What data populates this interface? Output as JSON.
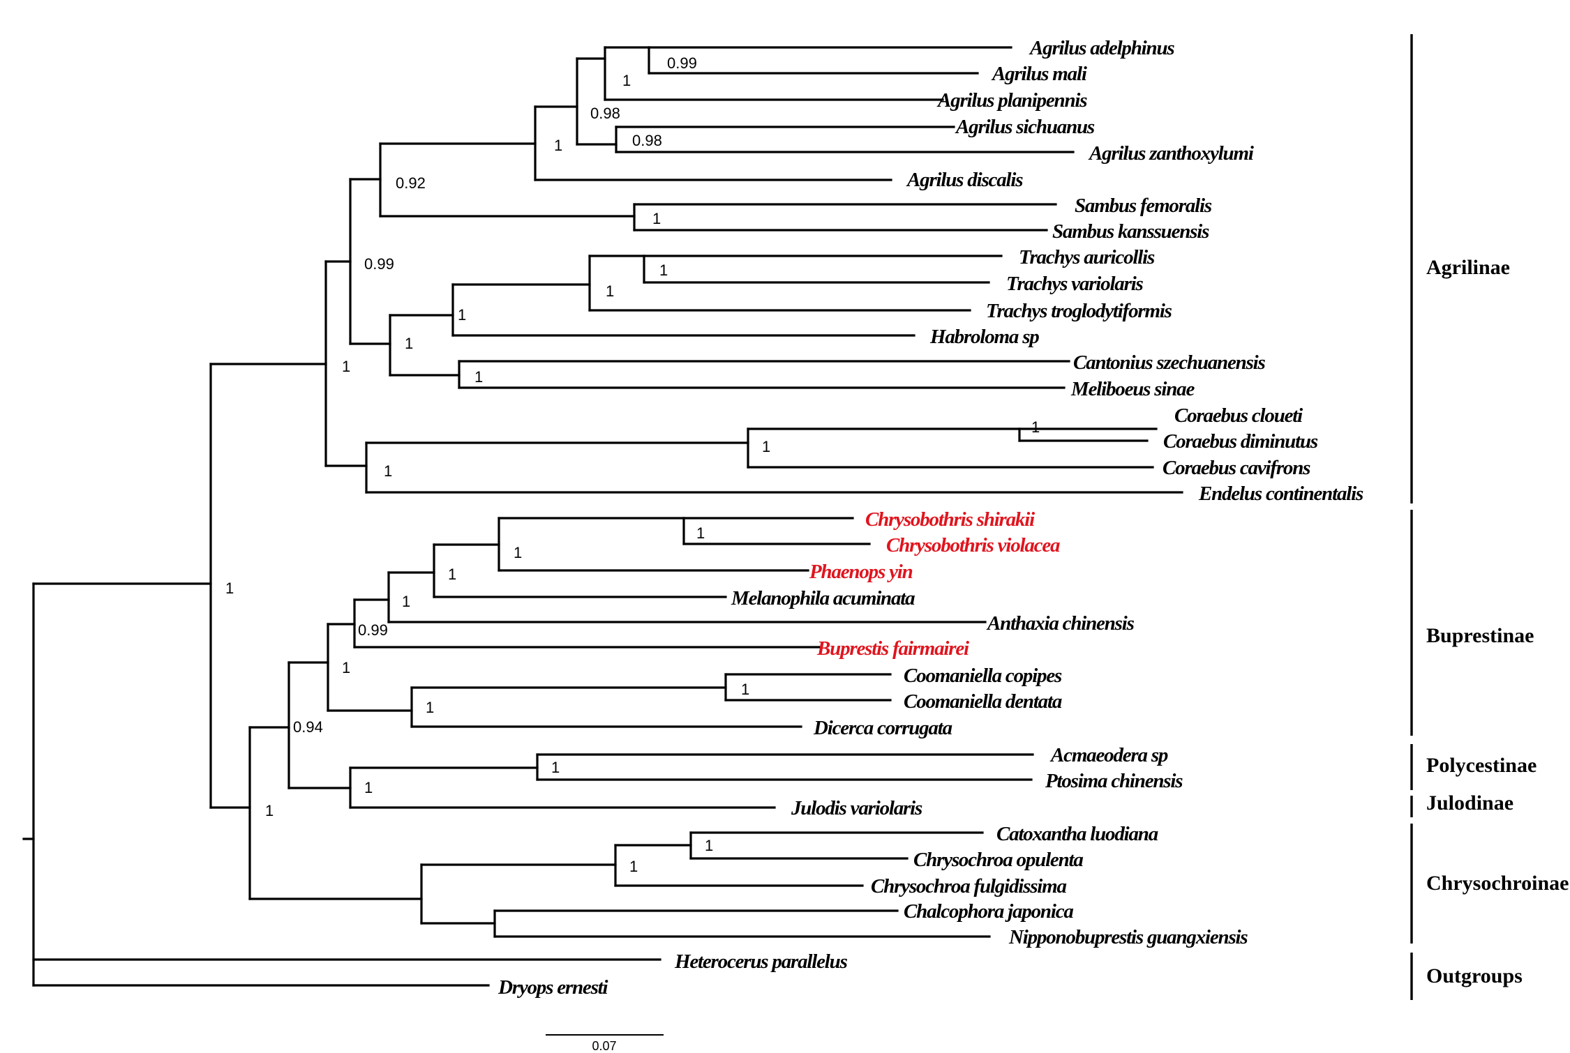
{
  "colors": {
    "default": "#000000",
    "highlight": "#e0141e"
  },
  "taxa": [
    {
      "id": "t1",
      "name": "Agrilus adelphinus",
      "highlight": false
    },
    {
      "id": "t2",
      "name": "Agrilus mali",
      "highlight": false
    },
    {
      "id": "t3",
      "name": "Agrilus planipennis",
      "highlight": false
    },
    {
      "id": "t4",
      "name": "Agrilus sichuanus",
      "highlight": false
    },
    {
      "id": "t5",
      "name": "Agrilus zanthoxylumi",
      "highlight": false
    },
    {
      "id": "t6",
      "name": "Agrilus discalis",
      "highlight": false
    },
    {
      "id": "t7",
      "name": "Sambus femoralis",
      "highlight": false
    },
    {
      "id": "t8",
      "name": "Sambus kanssuensis",
      "highlight": false
    },
    {
      "id": "t9",
      "name": "Trachys auricollis",
      "highlight": false
    },
    {
      "id": "t10",
      "name": "Trachys variolaris",
      "highlight": false
    },
    {
      "id": "t11",
      "name": "Trachys troglodytiformis",
      "highlight": false
    },
    {
      "id": "t12",
      "name": "Habroloma sp",
      "highlight": false
    },
    {
      "id": "t13",
      "name": "Cantonius szechuanensis",
      "highlight": false
    },
    {
      "id": "t14",
      "name": "Meliboeus sinae",
      "highlight": false
    },
    {
      "id": "t15",
      "name": "Coraebus cloueti",
      "highlight": false
    },
    {
      "id": "t16",
      "name": "Coraebus diminutus",
      "highlight": false
    },
    {
      "id": "t17",
      "name": "Coraebus cavifrons",
      "highlight": false
    },
    {
      "id": "t18",
      "name": "Endelus continentalis",
      "highlight": false
    },
    {
      "id": "t19",
      "name": "Chrysobothris shirakii",
      "highlight": true
    },
    {
      "id": "t20",
      "name": "Chrysobothris violacea",
      "highlight": true
    },
    {
      "id": "t21",
      "name": "Phaenops yin",
      "highlight": true
    },
    {
      "id": "t22",
      "name": "Melanophila acuminata",
      "highlight": false
    },
    {
      "id": "t23",
      "name": "Anthaxia chinensis",
      "highlight": false
    },
    {
      "id": "t24",
      "name": "Buprestis fairmairei",
      "highlight": true
    },
    {
      "id": "t25",
      "name": "Coomaniella copipes",
      "highlight": false
    },
    {
      "id": "t26",
      "name": "Coomaniella dentata",
      "highlight": false
    },
    {
      "id": "t27",
      "name": "Dicerca corrugata",
      "highlight": false
    },
    {
      "id": "t28",
      "name": "Acmaeodera sp",
      "highlight": false
    },
    {
      "id": "t29",
      "name": "Ptosima chinensis",
      "highlight": false
    },
    {
      "id": "t30",
      "name": "Julodis variolaris",
      "highlight": false
    },
    {
      "id": "t31",
      "name": "Catoxantha luodiana",
      "highlight": false
    },
    {
      "id": "t32",
      "name": "Chrysochroa opulenta",
      "highlight": false
    },
    {
      "id": "t33",
      "name": "Chrysochroa fulgidissima",
      "highlight": false
    },
    {
      "id": "t34",
      "name": "Chalcophora japonica",
      "highlight": false
    },
    {
      "id": "t35",
      "name": "Nipponobuprestis guangxiensis",
      "highlight": false
    },
    {
      "id": "t36",
      "name": "Heterocerus parallelus",
      "highlight": false
    },
    {
      "id": "t37",
      "name": "Dryops ernesti",
      "highlight": false
    }
  ],
  "supports": [
    {
      "id": "s1",
      "value": "0.99"
    },
    {
      "id": "s2",
      "value": "1"
    },
    {
      "id": "s3",
      "value": "0.98"
    },
    {
      "id": "s4",
      "value": "0.98"
    },
    {
      "id": "s5",
      "value": "1"
    },
    {
      "id": "s6",
      "value": "0.92"
    },
    {
      "id": "s7",
      "value": "1"
    },
    {
      "id": "s8",
      "value": "0.99"
    },
    {
      "id": "s9",
      "value": "1"
    },
    {
      "id": "s10",
      "value": "1"
    },
    {
      "id": "s11",
      "value": "1"
    },
    {
      "id": "s12",
      "value": "1"
    },
    {
      "id": "s13",
      "value": "1"
    },
    {
      "id": "s14",
      "value": "1"
    },
    {
      "id": "s15",
      "value": "1"
    },
    {
      "id": "s16",
      "value": "1"
    },
    {
      "id": "s17",
      "value": "1"
    },
    {
      "id": "s18",
      "value": "1"
    },
    {
      "id": "s19",
      "value": "1"
    },
    {
      "id": "s20",
      "value": "1"
    },
    {
      "id": "s21",
      "value": "1"
    },
    {
      "id": "s22",
      "value": "0.99"
    },
    {
      "id": "s23",
      "value": "1"
    },
    {
      "id": "s24",
      "value": "1"
    },
    {
      "id": "s25",
      "value": "1"
    },
    {
      "id": "s26",
      "value": "1"
    },
    {
      "id": "s27",
      "value": "0.94"
    },
    {
      "id": "s28",
      "value": "1"
    },
    {
      "id": "s29",
      "value": "1"
    },
    {
      "id": "s30",
      "value": "1"
    },
    {
      "id": "s31",
      "value": "1"
    },
    {
      "id": "s32",
      "value": "1"
    }
  ],
  "clades": [
    {
      "id": "c1",
      "name": "Agrilinae"
    },
    {
      "id": "c2",
      "name": "Buprestinae"
    },
    {
      "id": "c3",
      "name": "Polycestinae"
    },
    {
      "id": "c4",
      "name": "Julodinae"
    },
    {
      "id": "c5",
      "name": "Chrysochroinae"
    },
    {
      "id": "c6",
      "name": "Outgroups"
    }
  ],
  "scale_bar": {
    "label": "0.07"
  }
}
